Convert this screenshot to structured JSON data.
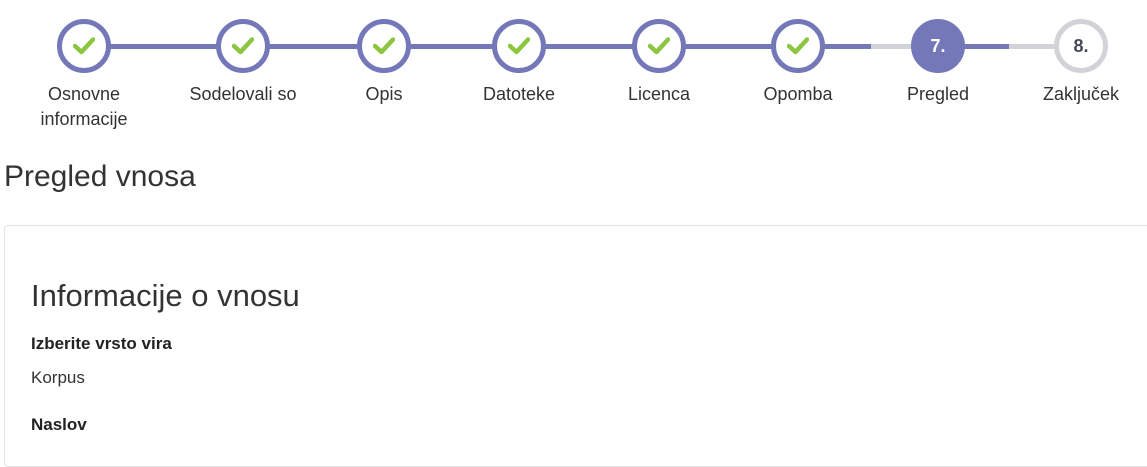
{
  "stepper": {
    "accent_color": "#7477b8",
    "check_color": "#8cc63f",
    "pending_color": "#d2d3d6",
    "steps": [
      {
        "label_lines": [
          "Osnovne",
          "informacije"
        ],
        "state": "completed",
        "icon": "check-icon"
      },
      {
        "label_lines": [
          "Sodelovali so"
        ],
        "state": "completed",
        "icon": "check-icon"
      },
      {
        "label_lines": [
          "Opis"
        ],
        "state": "completed",
        "icon": "check-icon"
      },
      {
        "label_lines": [
          "Datoteke"
        ],
        "state": "completed",
        "icon": "check-icon"
      },
      {
        "label_lines": [
          "Licenca"
        ],
        "state": "completed",
        "icon": "check-icon"
      },
      {
        "label_lines": [
          "Opomba"
        ],
        "state": "completed",
        "icon": "check-icon"
      },
      {
        "label_lines": [
          "Pregled"
        ],
        "state": "current",
        "number": "7."
      },
      {
        "label_lines": [
          "Zaključek"
        ],
        "state": "pending",
        "number": "8."
      }
    ]
  },
  "page_title": "Pregled vnosa",
  "panel": {
    "title": "Informacije o vnosu",
    "fields": [
      {
        "label": "Izberite vrsto vira",
        "value": "Korpus"
      },
      {
        "label": "Naslov",
        "value": ""
      }
    ]
  }
}
